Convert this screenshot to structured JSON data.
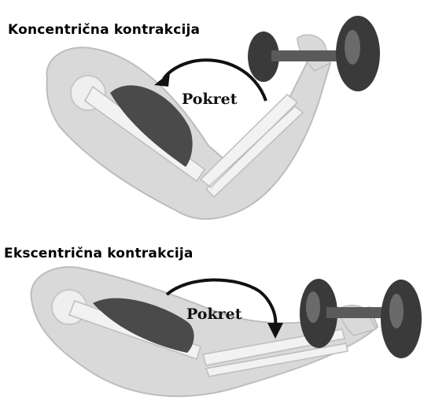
{
  "concentric": {
    "title": "Koncentrična kontrakcija",
    "movement_label": "Pokret",
    "arrow_direction": "counter-clockwise (toward shoulder)"
  },
  "eccentric": {
    "title": "Ekscentrična kontrakcija",
    "movement_label": "Pokret",
    "arrow_direction": "clockwise (away from shoulder)"
  },
  "colors": {
    "skin": "#d9d9d9",
    "bone": "#f2f2f2",
    "muscle": "#4a4a4a",
    "dumbbell": "#3a3a3a",
    "arrow": "#111111"
  }
}
